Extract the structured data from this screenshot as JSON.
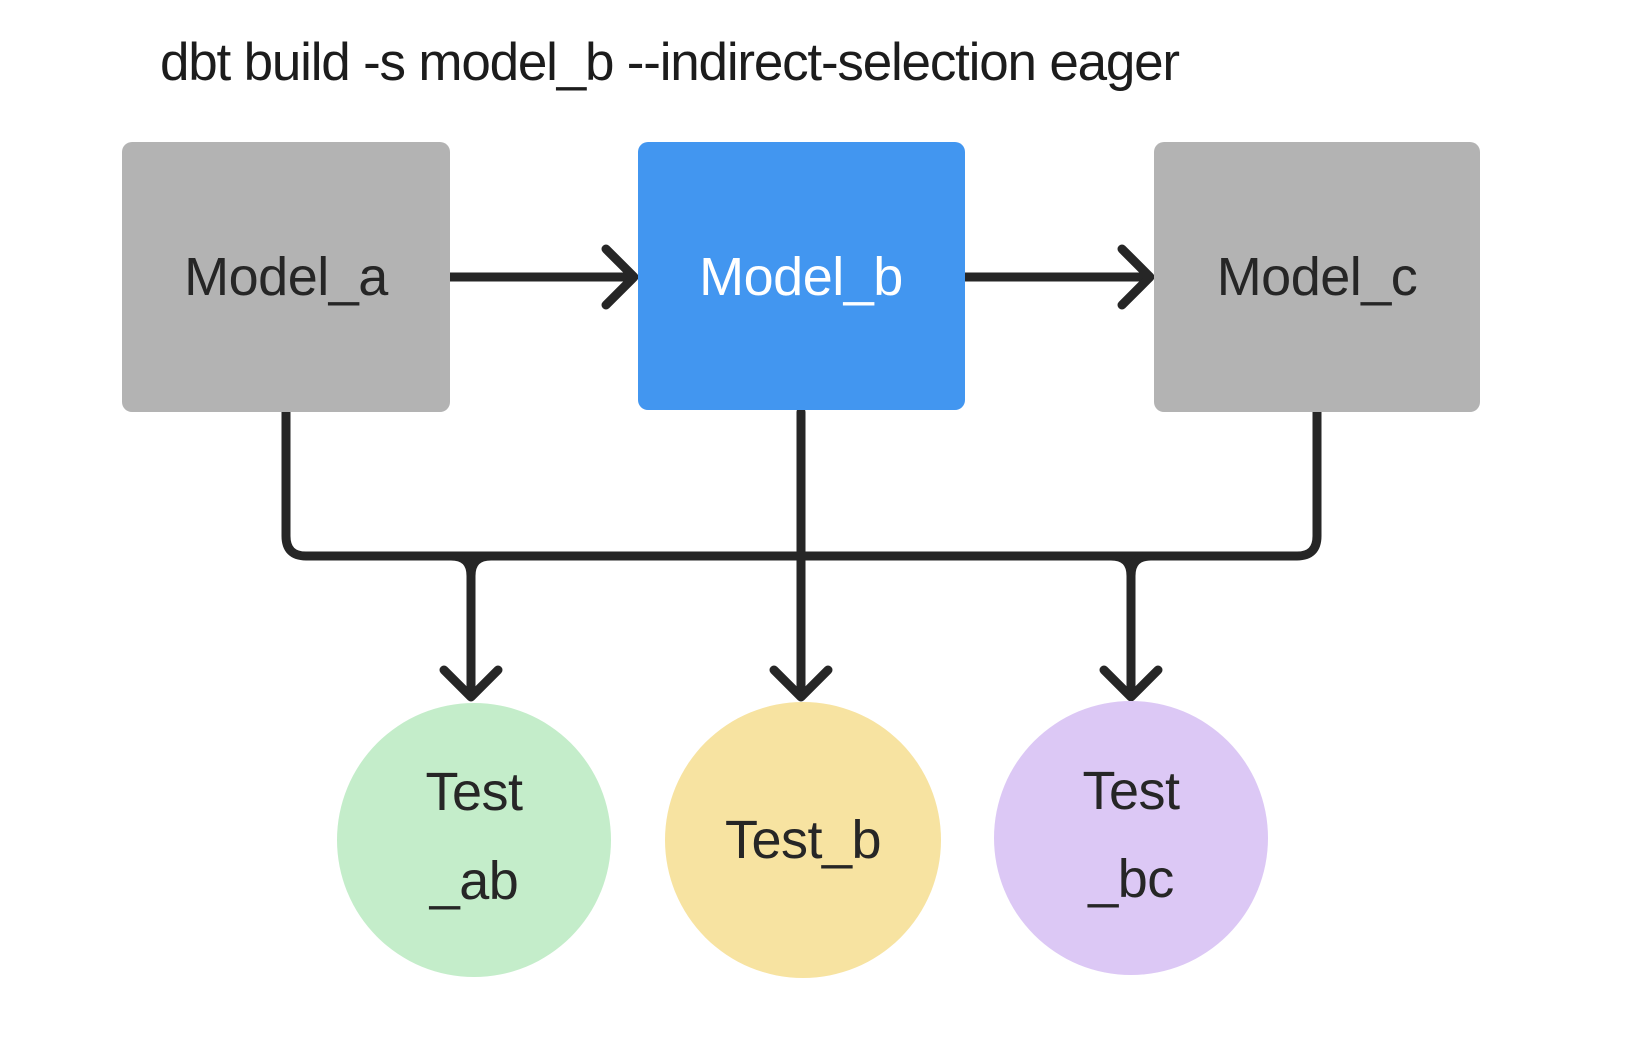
{
  "title": "dbt build -s model_b --indirect-selection eager",
  "colors": {
    "background": "#ffffff",
    "model_node": "#b3b3b3",
    "selected_model_node": "#4296f0",
    "test_ab_node": "#c4edca",
    "test_b_node": "#f7e3a1",
    "test_bc_node": "#dcc8f5",
    "edge": "#262626",
    "node_text": "#262626",
    "selected_node_text": "#ffffff"
  },
  "nodes": {
    "model_a": {
      "label": "Model_a",
      "kind": "model"
    },
    "model_b": {
      "label": "Model_b",
      "kind": "model",
      "selected": true
    },
    "model_c": {
      "label": "Model_c",
      "kind": "model"
    },
    "test_ab": {
      "lines": [
        "Test",
        "_ab"
      ],
      "kind": "test"
    },
    "test_b": {
      "lines": [
        "Test_b"
      ],
      "kind": "test"
    },
    "test_bc": {
      "lines": [
        "Test",
        "_bc"
      ],
      "kind": "test"
    }
  },
  "edges": [
    {
      "from": "model_a",
      "to": "model_b"
    },
    {
      "from": "model_b",
      "to": "model_c"
    },
    {
      "from": "model_a",
      "to": "test_ab"
    },
    {
      "from": "model_b",
      "to": "test_ab"
    },
    {
      "from": "model_b",
      "to": "test_b"
    },
    {
      "from": "model_b",
      "to": "test_bc"
    },
    {
      "from": "model_c",
      "to": "test_bc"
    }
  ]
}
